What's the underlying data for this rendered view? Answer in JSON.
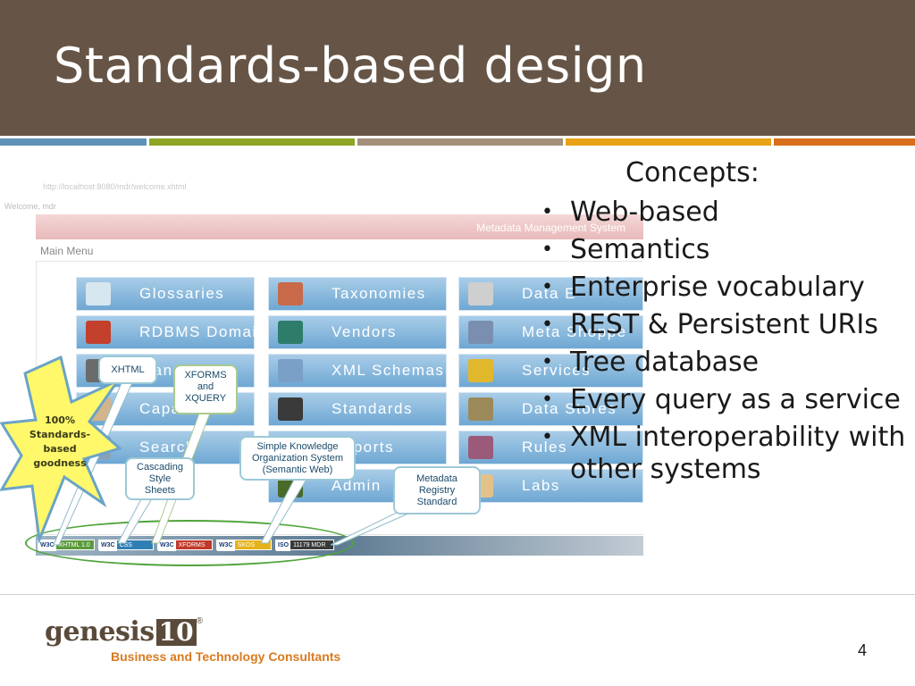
{
  "slide": {
    "title": "Standards-based design",
    "page_number": "4"
  },
  "colors": {
    "title_bar": "#665546",
    "stripes": [
      "#5e92b8",
      "#8ea523",
      "#a48f7b",
      "#e9a216",
      "#d96d1c"
    ],
    "accent_orange": "#d97a1e"
  },
  "screenshot": {
    "url": "http://localhost:8080/mdr/welcome.xhtml",
    "welcome": "Welcome, mdr",
    "app_title": "Metadata Management System",
    "main_menu": "Main Menu",
    "buttons": [
      {
        "label": "Glossaries",
        "icon": "book-icon"
      },
      {
        "label": "Taxonomies",
        "icon": "blocks-icon"
      },
      {
        "label": "Data E",
        "icon": "hash-icon"
      },
      {
        "label": "RDBMS Domains",
        "icon": "columns-icon"
      },
      {
        "label": "Vendors",
        "icon": "vendor-icon"
      },
      {
        "label": "Meta Shoppe",
        "icon": "cart-icon"
      },
      {
        "label": "Manage",
        "icon": "tools-icon"
      },
      {
        "label": "XML Schemas",
        "icon": "schema-icon"
      },
      {
        "label": "Services",
        "icon": "service-icon"
      },
      {
        "label": "Capabilities",
        "icon": "capability-icon"
      },
      {
        "label": "Standards",
        "icon": "standards-icon"
      },
      {
        "label": "Data Stores",
        "icon": "datastore-icon"
      },
      {
        "label": "Search",
        "icon": "search-icon"
      },
      {
        "label": "Reports",
        "icon": "report-icon"
      },
      {
        "label": "Rules",
        "icon": "rules-icon"
      },
      {
        "label": "Admin",
        "icon": "admin-icon"
      },
      {
        "label": "Labs",
        "icon": "dog-icon"
      }
    ],
    "badges": [
      {
        "org": "W3C",
        "label": "XHTML 1.0",
        "color": "#5b9a3c"
      },
      {
        "org": "W3C",
        "label": "CSS",
        "color": "#2f7fb5"
      },
      {
        "org": "W3C",
        "label": "XFORMS",
        "color": "#c0392b"
      },
      {
        "org": "W3C",
        "label": "SKOS",
        "color": "#e5b21a"
      },
      {
        "org": "ISO",
        "label": "11179 MDR",
        "color": "#3a3a3a"
      }
    ]
  },
  "callouts": {
    "star": [
      "100%",
      "Standards-",
      "based",
      "goodness"
    ],
    "xhtml": "XHTML",
    "xforms": [
      "XFORMS",
      "and",
      "XQUERY"
    ],
    "css": [
      "Cascading",
      "Style",
      "Sheets"
    ],
    "skos": [
      "Simple Knowledge",
      "Organization System",
      "(Semantic Web)"
    ],
    "mdr": [
      "Metadata",
      "Registry",
      "Standard"
    ]
  },
  "concepts": {
    "heading": "Concepts:",
    "items": [
      "Web-based",
      "Semantics",
      "Enterprise vocabulary",
      "REST & Persistent URIs",
      "Tree database",
      "Every query as a service",
      "XML interoperability with other systems"
    ]
  },
  "footer": {
    "logo_word": "genesis",
    "logo_number": "10",
    "logo_mark": "®",
    "tagline": "Business and Technology Consultants"
  }
}
